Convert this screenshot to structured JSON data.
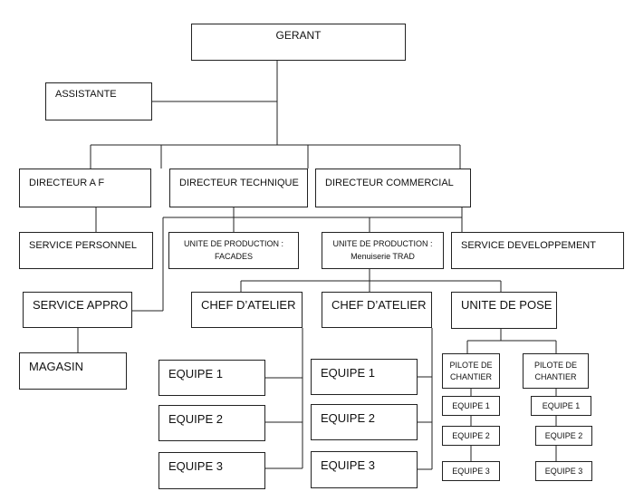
{
  "org": {
    "gerant": "GERANT",
    "assistante": "ASSISTANTE",
    "dir_af": "DIRECTEUR A F",
    "dir_tech": "DIRECTEUR TECHNIQUE",
    "dir_com": "DIRECTEUR COMMERCIAL",
    "service_personnel": "SERVICE PERSONNEL",
    "unite_facades_l1": "UNITE DE PRODUCTION :",
    "unite_facades_l2": "FACADES",
    "unite_menuiserie_l1": "UNITE DE PRODUCTION :",
    "unite_menuiserie_l2": "Menuiserie TRAD",
    "service_dev": "SERVICE DEVELOPPEMENT",
    "service_appro": "SERVICE APPRO",
    "magasin": "MAGASIN",
    "chef_atelier_1": "CHEF D’ATELIER",
    "chef_atelier_2": "CHEF D’ATELIER",
    "unite_pose": "UNITE DE POSE",
    "equipes_a": [
      "EQUIPE 1",
      "EQUIPE 2",
      "EQUIPE 3"
    ],
    "equipes_b": [
      "EQUIPE 1",
      "EQUIPE 2",
      "EQUIPE 3"
    ],
    "pilote_1_l1": "PILOTE DE",
    "pilote_1_l2": "CHANTIER",
    "pilote_2_l1": "PILOTE DE",
    "pilote_2_l2": "CHANTIER",
    "equipes_p1": [
      "EQUIPE 1",
      "EQUIPE 2",
      "EQUIPE 3"
    ],
    "equipes_p2": [
      "EQUIPE 1",
      "EQUIPE 2",
      "EQUIPE 3"
    ]
  },
  "colors": {
    "line": "#222222",
    "box_border": "#222222",
    "background": "#ffffff"
  }
}
